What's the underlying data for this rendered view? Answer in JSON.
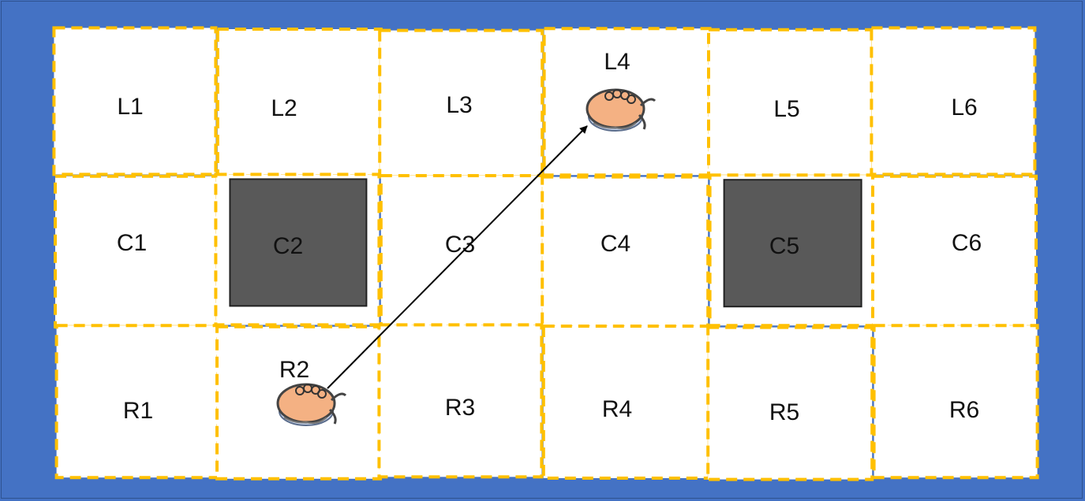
{
  "grid": {
    "rows": [
      [
        "L1",
        "L2",
        "L3",
        "L4",
        "L5",
        "L6"
      ],
      [
        "C1",
        "C2",
        "C3",
        "C4",
        "C5",
        "C6"
      ],
      [
        "R1",
        "R2",
        "R3",
        "R4",
        "R5",
        "R6"
      ]
    ],
    "obstacles": [
      "C2",
      "C5"
    ]
  },
  "agents": [
    {
      "label": "R2",
      "cell": "R2",
      "icon": "sheep-icon"
    },
    {
      "label": "L4",
      "cell": "L4",
      "icon": "sheep-icon"
    }
  ],
  "move": {
    "from": "R2",
    "to": "L4"
  },
  "colors": {
    "background": "#4472c4",
    "cell_fill": "#ffffff",
    "dashed_border": "#ffc000",
    "obstacle": "#595959",
    "arrow": "#000000"
  }
}
